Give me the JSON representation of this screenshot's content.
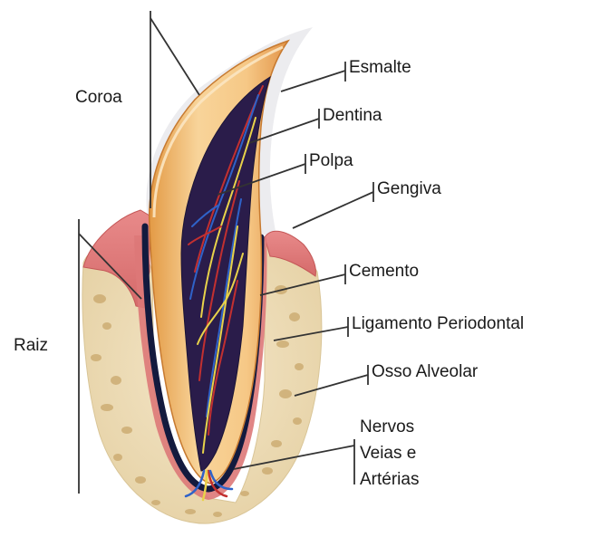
{
  "diagram": {
    "labels": {
      "coroa": "Coroa",
      "raiz": "Raiz",
      "esmalte": "Esmalte",
      "dentina": "Dentina",
      "polpa": "Polpa",
      "gengiva": "Gengiva",
      "cemento": "Cemento",
      "ligamento": "Ligamento Periodontal",
      "osso": "Osso Alveolar",
      "nervos": "Nervos",
      "veias": "Veias e",
      "arterias": "Artérias"
    }
  }
}
